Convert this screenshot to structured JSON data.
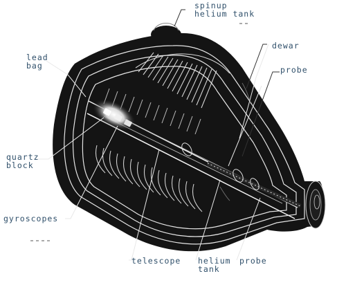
{
  "labels": {
    "spinup_tank": [
      "spinup",
      "helium tank"
    ],
    "dewar": "dewar",
    "probe_top": "probe",
    "lead_bag": [
      "lead",
      "bag"
    ],
    "quartz_block": [
      "quartz",
      "block"
    ],
    "gyroscopes": "gyroscopes",
    "telescope": "telescope",
    "helium_tank": [
      "helium",
      "tank"
    ],
    "probe_bottom": "probe"
  },
  "colors": {
    "label_text": "#2f4f6a",
    "body": "#141414",
    "lines": "#e8e8e8"
  }
}
